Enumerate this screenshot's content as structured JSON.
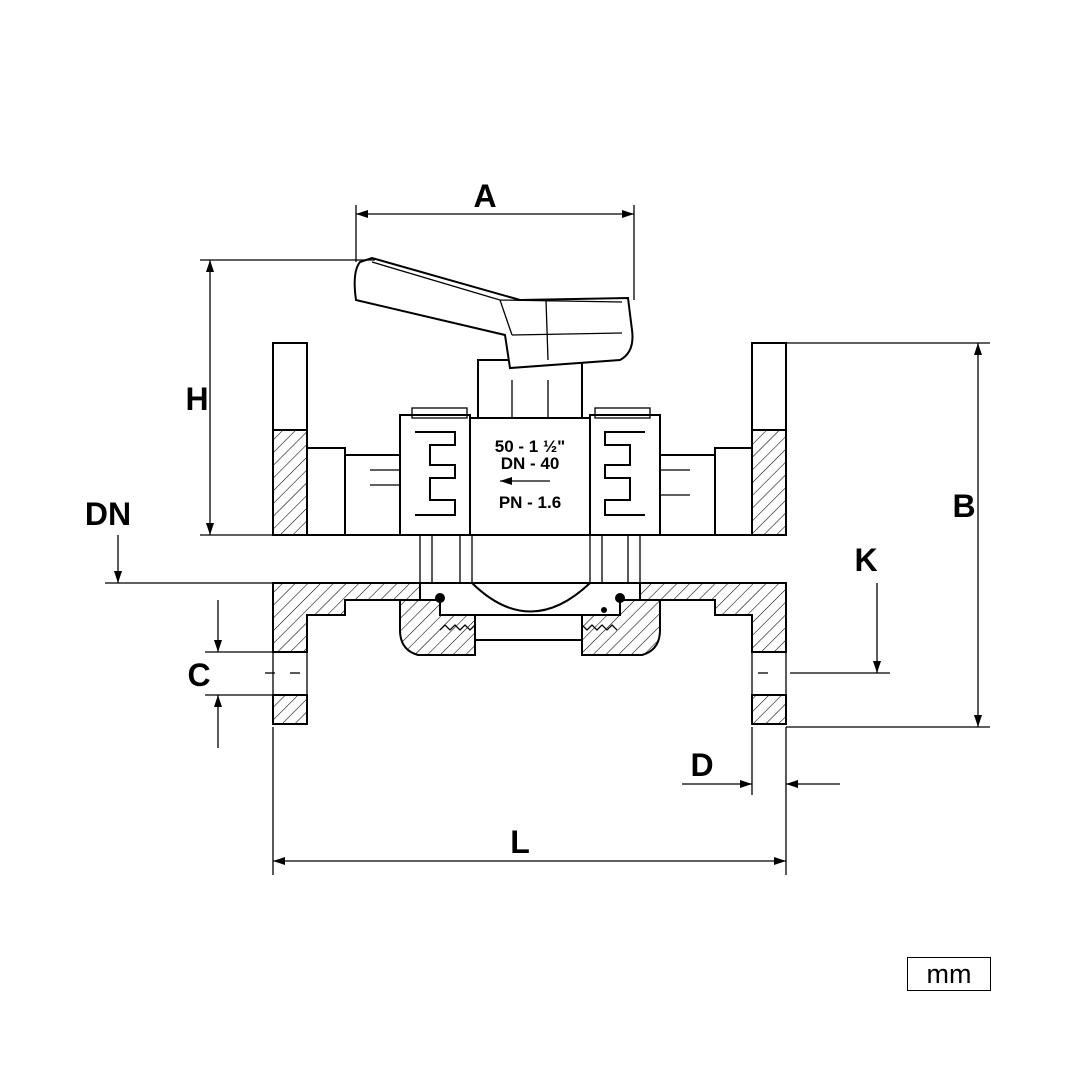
{
  "dimensions": {
    "A": "A",
    "H": "H",
    "DN": "DN",
    "B": "B",
    "K": "K",
    "C": "C",
    "D": "D",
    "L": "L"
  },
  "valve_markings": {
    "size": "50 - 1 ½\"",
    "dn": "DN - 40",
    "pn": "PN - 1.6"
  },
  "unit": "mm"
}
